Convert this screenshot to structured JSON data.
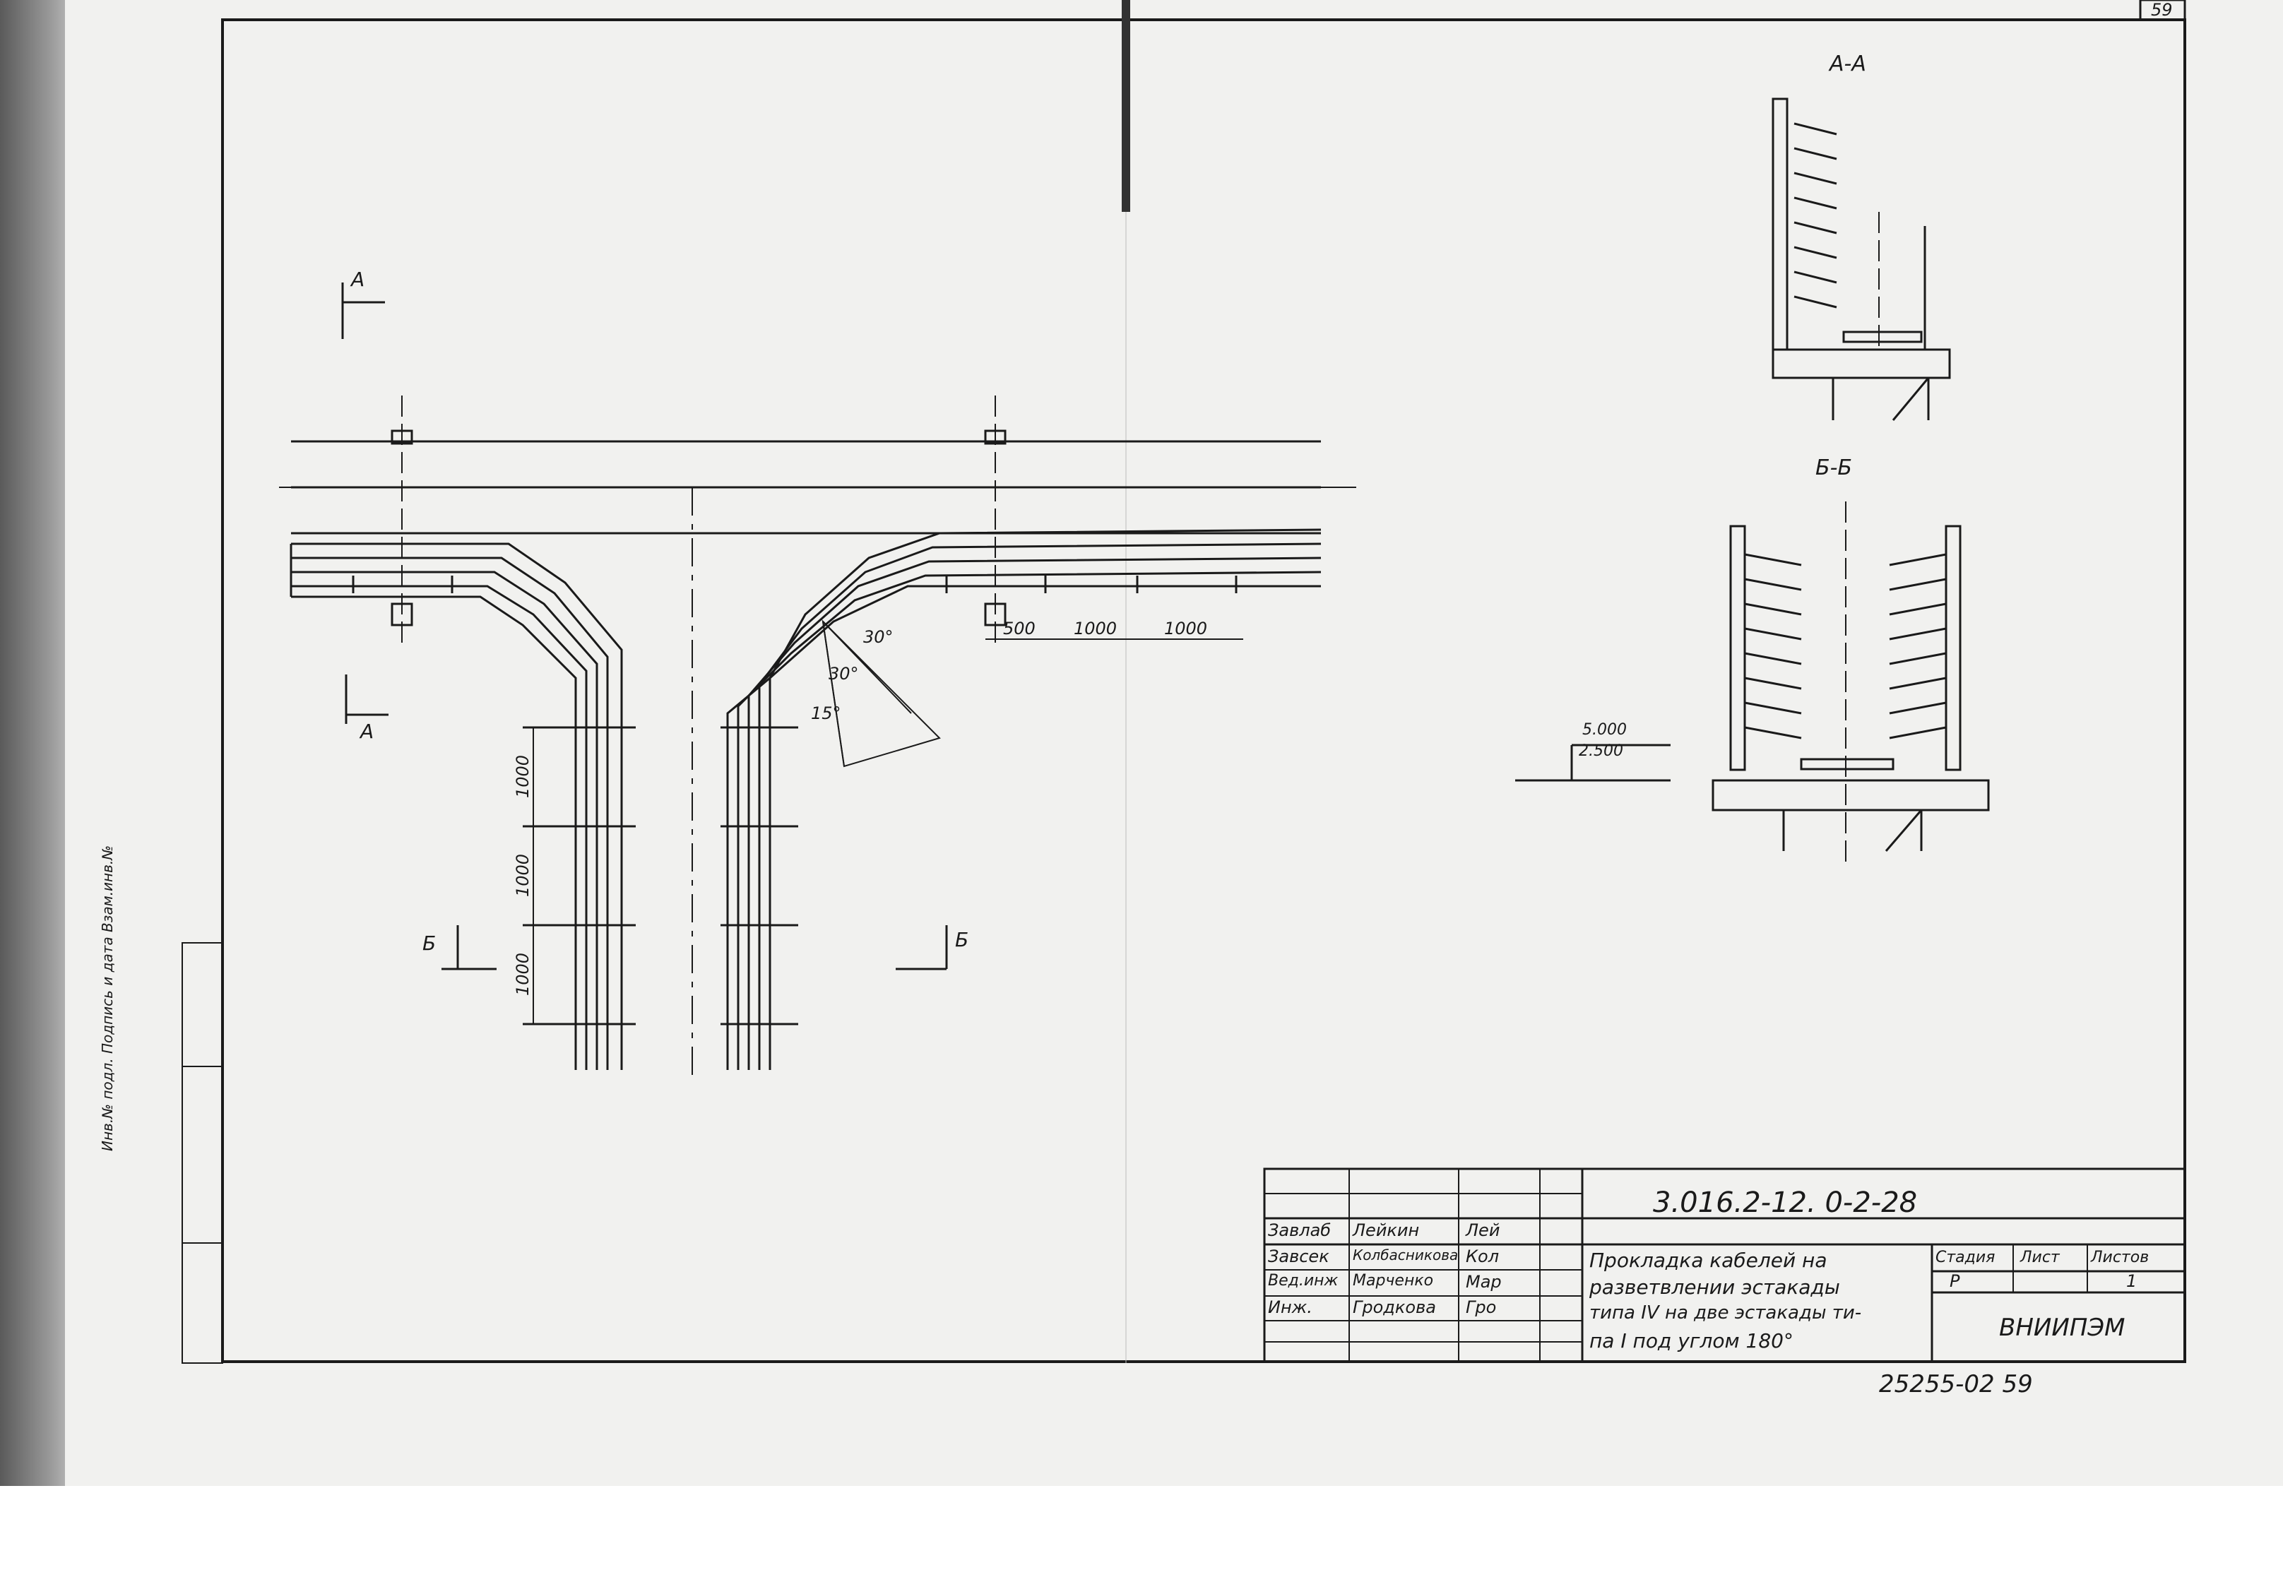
{
  "page_number": "59",
  "section_labels": {
    "a_mark": "А",
    "b_mark": "Б",
    "section_aa": "А-А",
    "section_bb": "Б-Б"
  },
  "dimensions": {
    "d500": "500",
    "d1000_a": "1000",
    "d1000_b": "1000",
    "v1000_a": "1000",
    "v1000_b": "1000",
    "v1000_c": "1000",
    "angle_30_a": "30°",
    "angle_30_b": "30°",
    "angle_15": "15°",
    "level_top": "5.000",
    "level_bottom": "2.500"
  },
  "title_block": {
    "doc_code": "3.016.2-12. 0-2-28",
    "rows": [
      {
        "role": "Завлаб",
        "name": "Лейкин",
        "sign": "Лей"
      },
      {
        "role": "Завсек",
        "name": "Колбасникова",
        "sign": "Кол"
      },
      {
        "role": "Вед.инж",
        "name": "Марченко",
        "sign": "Мар"
      },
      {
        "role": "Инж.",
        "name": "Гродкова",
        "sign": "Гро"
      }
    ],
    "title_lines": [
      "Прокладка кабелей на",
      "разветвлении эстакады",
      "типа IV на две эстакады ти-",
      "па I под углом 180°"
    ],
    "stage_header": "Стадия",
    "sheet_header": "Лист",
    "sheets_header": "Листов",
    "stage_value": "Р",
    "sheet_value": "",
    "sheets_value": "1",
    "organization": "ВНИИПЭМ",
    "stamp": "25255-02 59"
  },
  "side_strip": {
    "text": "Инв.№ подл.   Подпись и дата   Взам.инв.№"
  }
}
